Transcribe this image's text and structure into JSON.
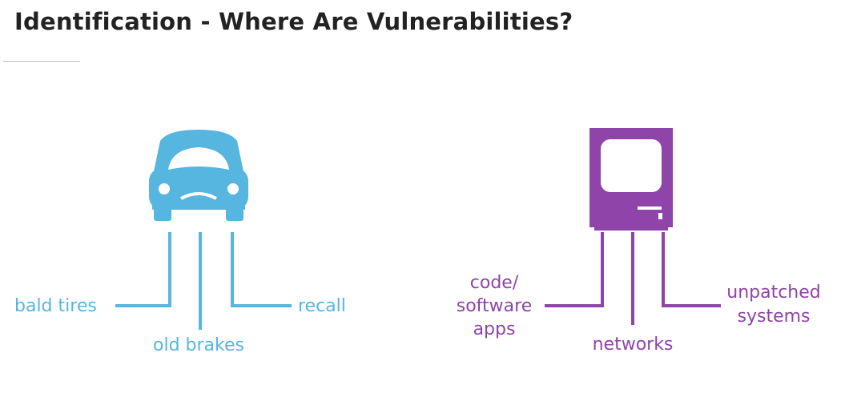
{
  "title": "Identification - Where Are Vulnerabilities?",
  "colors": {
    "car": "#56b6e0",
    "computer": "#8e44a8",
    "title": "#222222"
  },
  "car": {
    "icon": "car-icon",
    "labels": {
      "left": "bald tires",
      "middle": "old brakes",
      "right": "recall"
    }
  },
  "computer": {
    "icon": "computer-icon",
    "labels": {
      "left_lines": [
        "code/",
        "software",
        "apps"
      ],
      "middle": "networks",
      "right_lines": [
        "unpatched",
        "systems"
      ]
    }
  }
}
